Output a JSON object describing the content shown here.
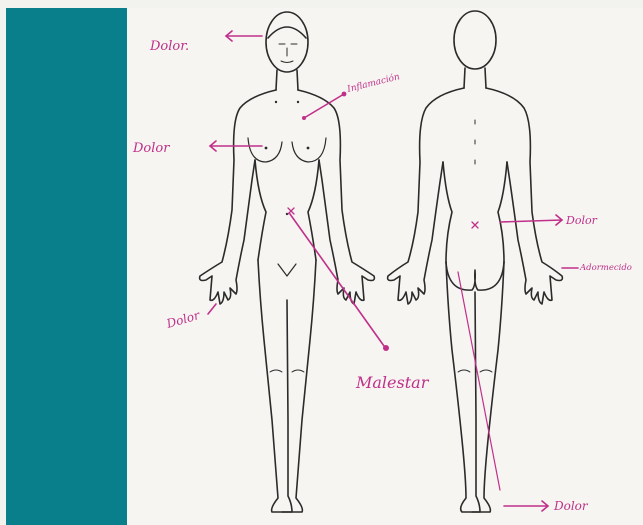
{
  "colors": {
    "teal": "#087f8a",
    "paper": "#f6f5f1",
    "ink": "#2b2b2b",
    "marker": "#c0308a"
  },
  "annotations": {
    "head": "Dolor.",
    "chest": "Dolor",
    "sternum": "Inflamación",
    "hand_front": "Dolor",
    "abdomen": "Malestar",
    "lower_back": "Dolor",
    "hand_back": "Adormecido",
    "foot": "Dolor"
  }
}
